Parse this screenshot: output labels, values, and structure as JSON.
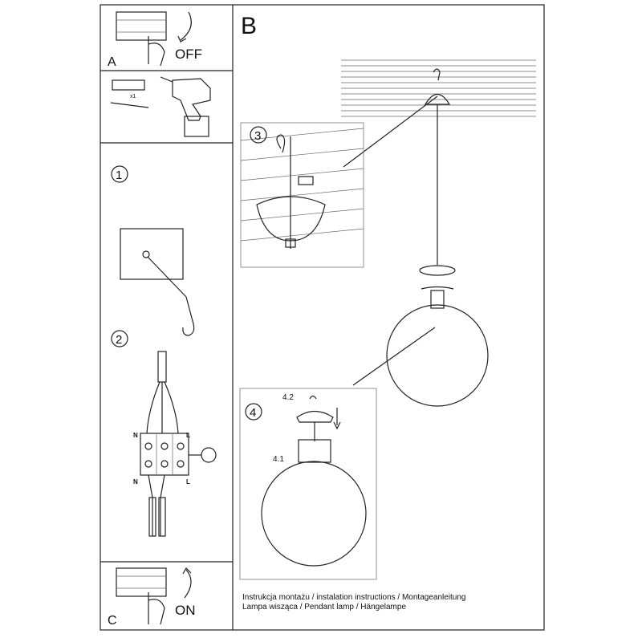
{
  "panels": {
    "a": {
      "label": "A",
      "action": "OFF"
    },
    "tools": {
      "quantity": "x1"
    },
    "step1": {
      "number": "1"
    },
    "step2": {
      "number": "2",
      "wire_labels_top": [
        "N",
        "L"
      ],
      "wire_labels_bottom": [
        "N",
        "L"
      ]
    },
    "c": {
      "label": "C",
      "action": "ON"
    },
    "b": {
      "label": "B"
    },
    "step3": {
      "number": "3"
    },
    "step4": {
      "number": "4",
      "part_labels": [
        "4.2",
        "4.1"
      ]
    }
  },
  "caption": {
    "line1": "Instrukcja montażu / instalation instructions / Montageanleitung",
    "line2": "Lampa wisząca / Pendant lamp / Hängelampe"
  }
}
